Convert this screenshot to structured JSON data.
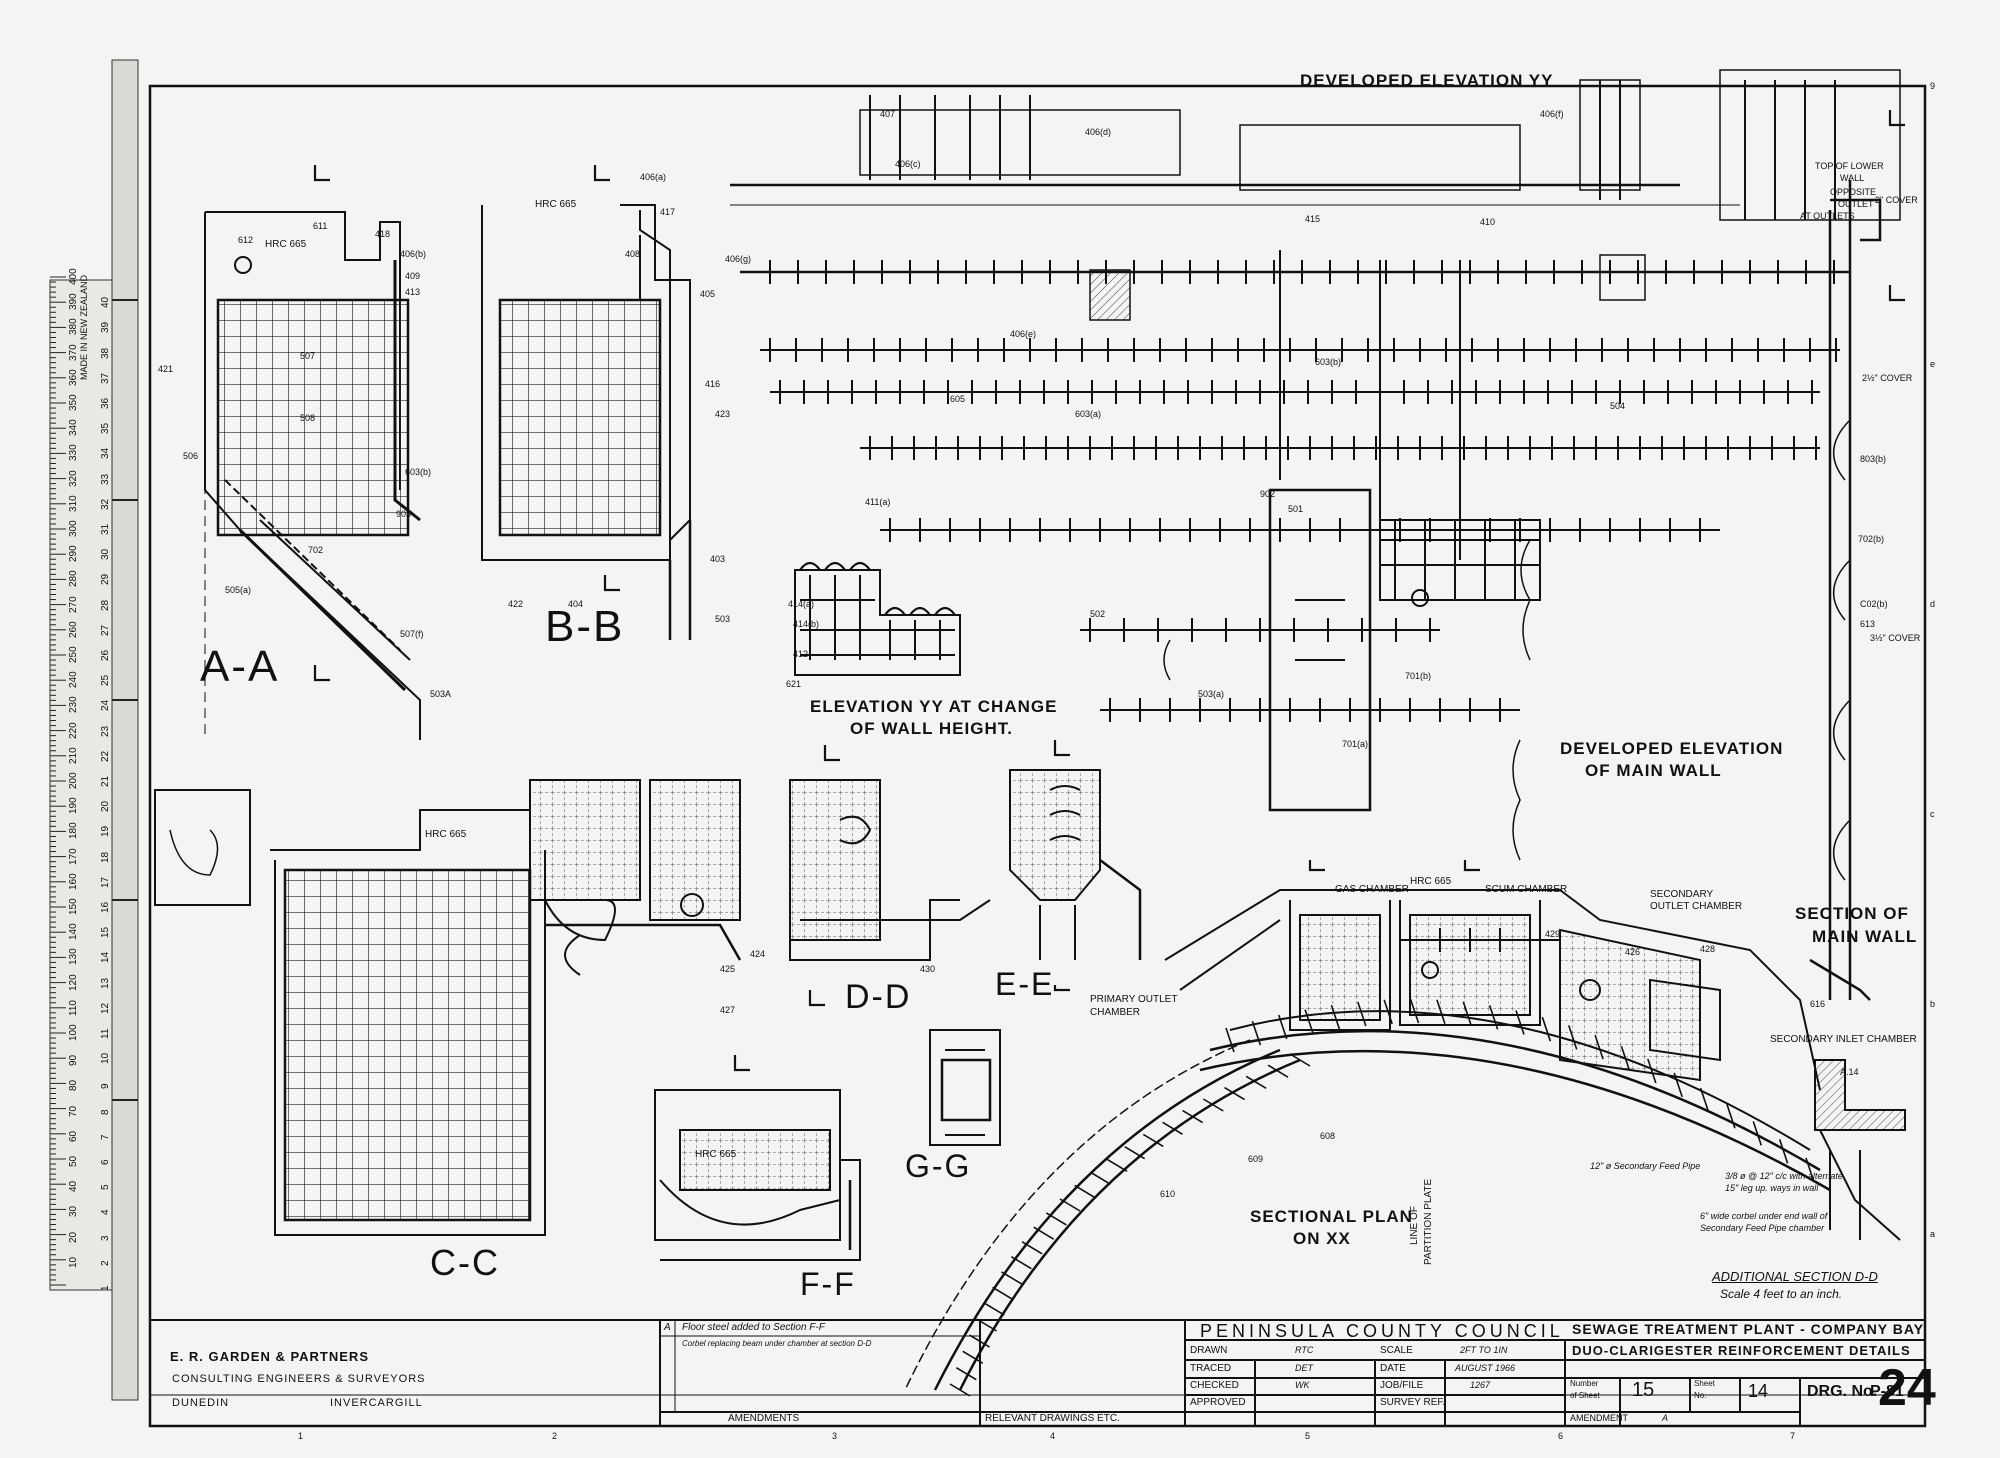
{
  "ruler": {
    "marks_mm": [
      "10",
      "20",
      "30",
      "40",
      "50",
      "60",
      "70",
      "80",
      "90",
      "100",
      "110",
      "120",
      "130",
      "140",
      "150",
      "160",
      "170",
      "180",
      "190",
      "200",
      "210",
      "220",
      "230",
      "240",
      "250",
      "260",
      "270",
      "280",
      "290",
      "300",
      "310",
      "320",
      "330",
      "340",
      "350",
      "360",
      "370",
      "380",
      "390",
      "400"
    ],
    "marks_cm": [
      "40",
      "39",
      "38",
      "37",
      "36",
      "35",
      "34",
      "33",
      "32",
      "31",
      "30",
      "29",
      "28",
      "27",
      "26",
      "25",
      "24",
      "23",
      "22",
      "21",
      "20",
      "19",
      "18",
      "17",
      "16",
      "15",
      "14",
      "13",
      "12",
      "11",
      "10",
      "9",
      "8",
      "7",
      "6",
      "5",
      "4",
      "3",
      "2",
      "1"
    ],
    "maker": "MADE IN NEW ZEALAND"
  },
  "section_titles": {
    "aa": "A-A",
    "bb": "B-B",
    "cc": "C-C",
    "dd": "D-D",
    "ee": "E-E",
    "ff": "F-F",
    "gg": "G-G"
  },
  "headings": {
    "dev_elev_yy": "DEVELOPED ELEVATION YY",
    "elev_yy_change_1": "ELEVATION YY AT CHANGE",
    "elev_yy_change_2": "OF WALL HEIGHT.",
    "dev_elev_main_1": "DEVELOPED ELEVATION",
    "dev_elev_main_2": "OF MAIN WALL",
    "section_main_1": "SECTION OF",
    "section_main_2": "MAIN WALL",
    "sectional_plan_1": "SECTIONAL PLAN",
    "sectional_plan_2": "ON XX",
    "additional_1": "ADDITIONAL SECTION D-D",
    "additional_2": "Scale 4 feet to an inch."
  },
  "plan_labels": {
    "gas": "GAS CHAMBER",
    "hrc": "HRC 665",
    "scum": "SCUM CHAMBER",
    "sec_outlet_1": "SECONDARY",
    "sec_outlet_2": "OUTLET CHAMBER",
    "primary_1": "PRIMARY OUTLET",
    "primary_2": "CHAMBER",
    "sec_inlet": "SECONDARY INLET CHAMBER",
    "partition_1": "LINE OF",
    "partition_2": "PARTITION PLATE",
    "top_lower_1": "TOP OF LOWER",
    "top_lower_2": "WALL",
    "opposite_1": "OPPOSITE",
    "opposite_2": "OUTLET",
    "at_outlets": "AT OUTLETS",
    "cover_2": "2\" COVER",
    "cover_25": "2½\" COVER",
    "cover_35": "3½\" COVER",
    "hrc_aa": "HRC 665",
    "hrc_bb": "HRC 665",
    "hrc_cc": "HRC 665",
    "hrc_ff": "HRC 665"
  },
  "bar_marks": [
    "612",
    "611",
    "418",
    "406(b)",
    "409",
    "413",
    "507",
    "421",
    "508",
    "506",
    "603(b)",
    "903",
    "702",
    "505(a)",
    "507(f)",
    "503A",
    "422",
    "404",
    "408",
    "417",
    "406(a)",
    "405",
    "416",
    "423",
    "403",
    "503",
    "414(a)",
    "414(b)",
    "412",
    "621",
    "411(a)",
    "406(g)",
    "406(e)",
    "605",
    "603(a)",
    "902",
    "501",
    "502",
    "503(a)",
    "701(b)",
    "701(a)",
    "504",
    "407",
    "406(c)",
    "406(d)",
    "415",
    "410",
    "424",
    "425",
    "427",
    "426",
    "428",
    "429",
    "430",
    "608",
    "609",
    "610",
    "616",
    "613",
    "803(b)",
    "702(b)",
    "C02(b)",
    "603(b)",
    "406(f)",
    "A.14"
  ],
  "grid_letters": [
    "9",
    "e",
    "d",
    "c",
    "b",
    "a"
  ],
  "grid_numbers": [
    "1",
    "2",
    "3",
    "4",
    "5",
    "6",
    "7"
  ],
  "title_block": {
    "firm": "E. R. GARDEN & PARTNERS",
    "firm_sub": "CONSULTING ENGINEERS & SURVEYORS",
    "city_1": "DUNEDIN",
    "city_2": "INVERCARGILL",
    "amend_mark": "A",
    "amend_text_1": "Floor steel added to Section F-F",
    "amend_text_2": "Corbel replacing beam under chamber at section D-D",
    "amendments_label": "AMENDMENTS",
    "relevant_label": "RELEVANT DRAWINGS ETC.",
    "client": "PENINSULA COUNTY COUNCIL",
    "project": "SEWAGE TREATMENT PLANT - COMPANY BAY",
    "subject": "DUO-CLARIGESTER REINFORCEMENT DETAILS",
    "drawn_label": "DRAWN",
    "drawn_val": "RTC",
    "traced_label": "TRACED",
    "traced_val": "DET",
    "checked_label": "CHECKED",
    "checked_val": "WK",
    "approved_label": "APPROVED",
    "scale_label": "SCALE",
    "scale_val": "2FT TO 1IN",
    "date_label": "DATE",
    "date_val": "AUGUST 1966",
    "job_label": "JOB/FILE",
    "job_val": "1267",
    "survey_label": "SURVEY REF.",
    "number_label_1": "Number",
    "number_label_2": "of Sheet",
    "number_val": "15",
    "sheet_label_1": "Sheet",
    "sheet_label_2": "No.",
    "sheet_val": "14",
    "amendment_label": "AMENDMENT",
    "amendment_val": "A",
    "drg_label": "DRG. No.",
    "drg_val": "P-81",
    "sheet_stamp": "24"
  },
  "notes": {
    "n1": "12\" ø Secondary Feed Pipe",
    "n2": "6\" wide corbel under end wall of",
    "n3": "Secondary Feed Pipe chamber",
    "n4": "3/8 ø @ 12\" c/c with alternate",
    "n5": "15\" leg up. ways in wall"
  }
}
